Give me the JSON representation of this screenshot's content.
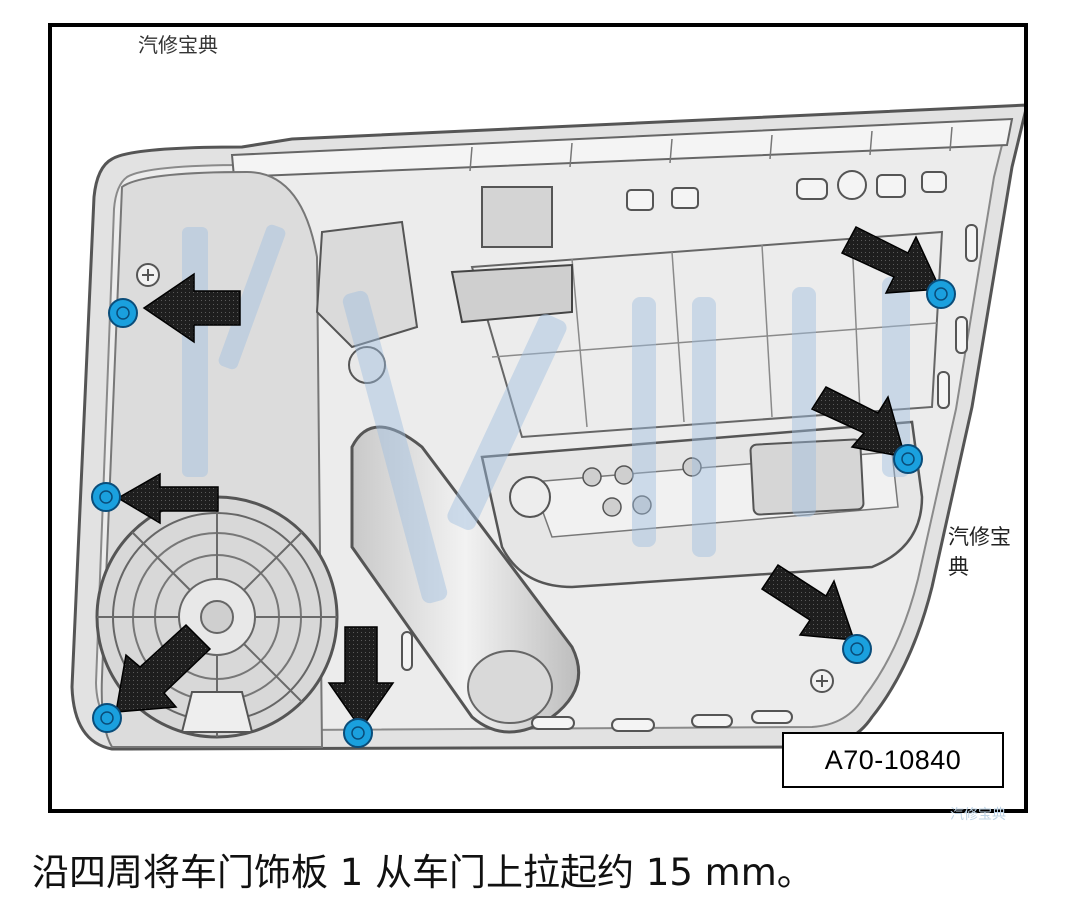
{
  "figure": {
    "watermark_top": "汽修宝典",
    "watermark_right": "汽修宝典",
    "watermark_corner": "汽修宝典",
    "figure_id": "A70-10840"
  },
  "caption": "沿四周将车门饰板 1 从车门上拉起约 15 mm。",
  "fastener_icon": "clip-fastener-icon",
  "arrow_icon": "direction-arrow-icon",
  "colors": {
    "fastener": "#1aa0de",
    "arrow": "#1a1a1a",
    "frame": "#000000",
    "watermark": "#9fbfe0"
  }
}
